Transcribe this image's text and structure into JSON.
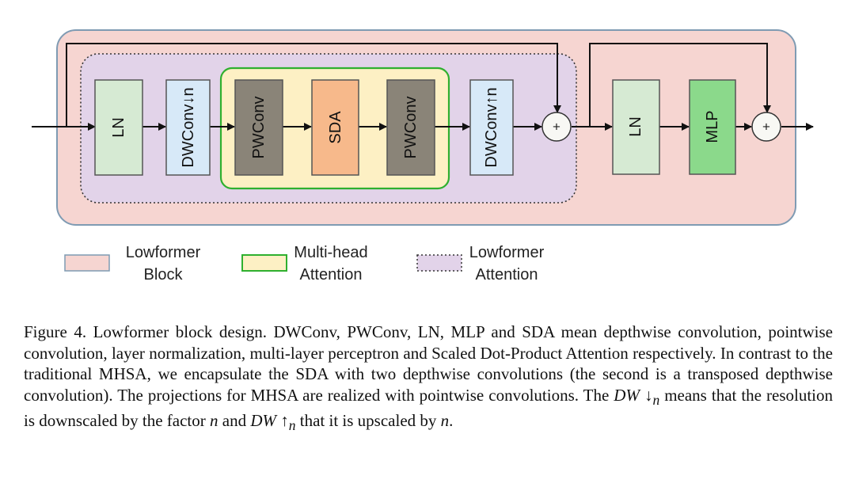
{
  "diagram": {
    "boxes": {
      "ln_1": "LN",
      "dwconv_down": "DWConv↓n",
      "pwconv_1": "PWConv",
      "sda": "SDA",
      "pwconv_2": "PWConv",
      "dwconv_up": "DWConv↑n",
      "ln_2": "LN",
      "mlp": "MLP"
    },
    "add_symbol": "+",
    "colors": {
      "lowformer_block_fill": "#f6d5d1",
      "lowformer_attention_fill": "#e2d3e9",
      "multihead_attention_fill": "#fdf0c4",
      "multihead_attention_border": "#2fb02f",
      "ln_fill": "#d6ead3",
      "dwconv_fill": "#d7e9f8",
      "pwconv_fill": "#8a8478",
      "sda_fill": "#f7b98b",
      "mlp_fill": "#8bd98b"
    }
  },
  "legend": {
    "block_line1": "Lowformer",
    "block_line2": "Block",
    "mha_line1": "Multi-head",
    "mha_line2": "Attention",
    "attn_line1": "Lowformer",
    "attn_line2": "Attention"
  },
  "caption": {
    "p1": "Figure 4.  Lowformer block design.  DWConv, PWConv, LN, MLP and SDA mean depthwise convolution, pointwise convolution, layer normalization, multi-layer perceptron and Scaled Dot-Product Attention respectively.  In contrast to the traditional MHSA, we encapsulate the SDA with two depthwise convolutions (the second is a transposed depthwise convolution).  The projections for MHSA are realized with pointwise convolutions.  The ",
    "dw_down": "DW ↓",
    "sub_n": "n",
    "p2": " means that the resolution is downscaled by the factor ",
    "n": "n",
    "p3": " and ",
    "dw_up": "DW ↑",
    "p4": " that it is upscaled by ",
    "p5": "."
  }
}
